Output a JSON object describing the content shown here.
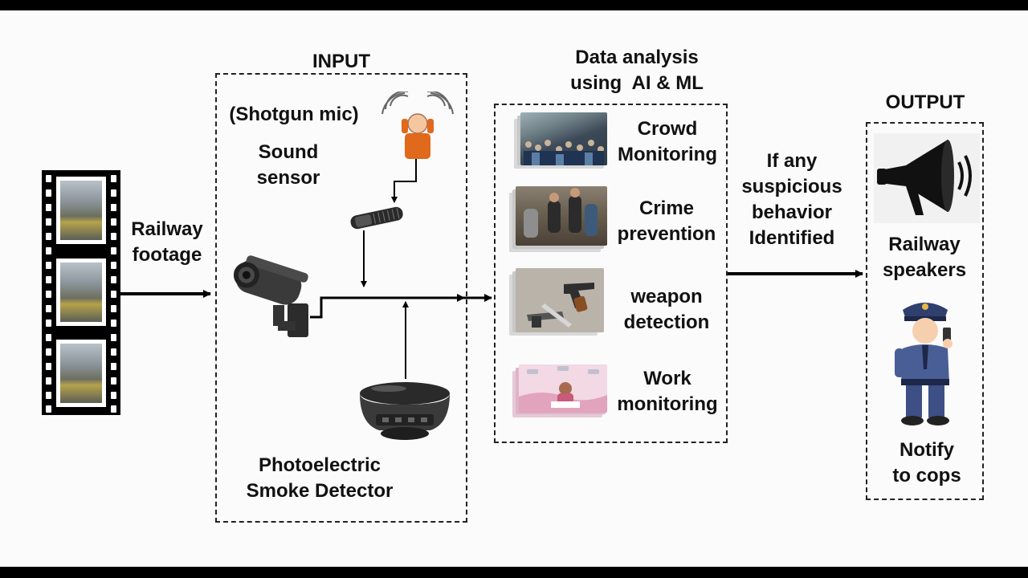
{
  "input": {
    "title": "INPUT",
    "mic_note": "(Shotgun mic)",
    "sound_sensor": [
      "Sound",
      "sensor"
    ],
    "smoke_detector": [
      "Photoelectric",
      "Smoke Detector"
    ],
    "footage": [
      "Railway",
      "footage"
    ]
  },
  "analysis": {
    "title": [
      "Data analysis",
      "using  AI & ML"
    ],
    "items": [
      {
        "lines": [
          "Crowd",
          "Monitoring"
        ],
        "icon": "crowd-photo"
      },
      {
        "lines": [
          "Crime",
          "prevention"
        ],
        "icon": "crime-photo"
      },
      {
        "lines": [
          "weapon",
          "detection"
        ],
        "icon": "weapons-photo"
      },
      {
        "lines": [
          "Work",
          "monitoring"
        ],
        "icon": "work-monitoring-illustration"
      }
    ]
  },
  "condition": [
    "If any",
    "suspicious",
    "behavior",
    "Identified"
  ],
  "output": {
    "title": "OUTPUT",
    "speakers": [
      "Railway",
      "speakers"
    ],
    "cops": [
      "Notify",
      "to cops"
    ]
  },
  "icons": [
    "film-strip-icon",
    "cctv-camera-icon",
    "shotgun-mic-icon",
    "listener-icon",
    "smoke-detector-icon",
    "megaphone-icon",
    "police-officer-icon"
  ],
  "colors": {
    "accent": "#e0691c",
    "line": "#000000",
    "dash": "#222222"
  }
}
